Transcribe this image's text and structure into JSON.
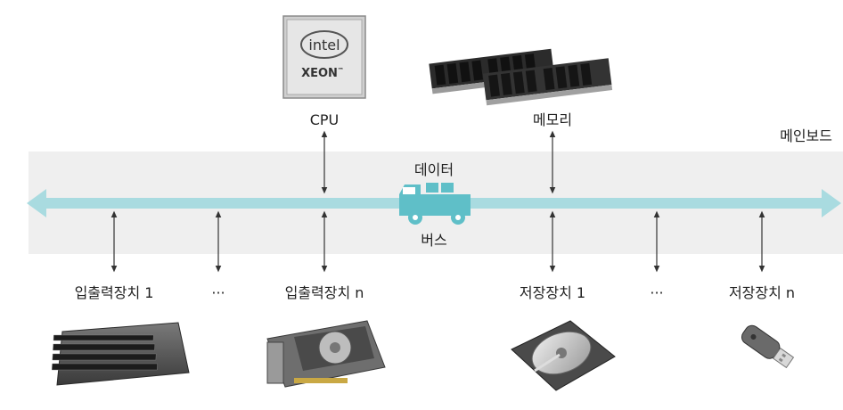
{
  "board_label": "메인보드",
  "bus_label": "버스",
  "data_label": "데이터",
  "cpu": {
    "label": "CPU",
    "brand": "intel",
    "model": "XEON",
    "tm": "™"
  },
  "memory": {
    "label": "메모리"
  },
  "devices": {
    "io1": "입출력장치 1",
    "io_ellipsis": "···",
    "ion": "입출력장치 n",
    "st1": "저장장치 1",
    "st_ellipsis": "···",
    "stn": "저장장치 n"
  },
  "colors": {
    "band": "#efefef",
    "bus": "#a9dbe0",
    "truck": "#5fbfc8",
    "arrow": "#333333"
  }
}
